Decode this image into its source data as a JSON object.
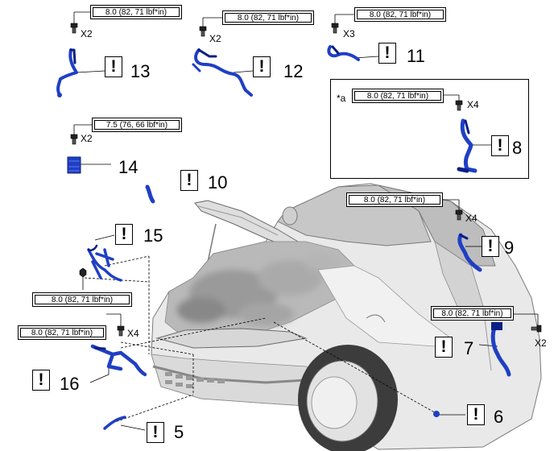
{
  "callouts": [
    {
      "torque": "8.0 (82, 71 lbf*in)",
      "multiplier": "X2",
      "caution": "!",
      "part_number": "13"
    },
    {
      "torque": "8.0 (82, 71 lbf*in)",
      "multiplier": "X2",
      "caution": "!",
      "part_number": "12"
    },
    {
      "torque": "8.0 (82, 71 lbf*in)",
      "multiplier": "X3",
      "caution": "!",
      "part_number": "11"
    },
    {
      "torque": "8.0 (82, 71 lbf*in)",
      "multiplier": "X4",
      "caution": "!",
      "part_number": "8",
      "inset_label": "*a"
    },
    {
      "torque": "7.5 (76, 66 lbf*in)",
      "multiplier": "X2",
      "part_number": "14"
    },
    {
      "caution": "!",
      "part_number": "10"
    },
    {
      "torque": "8.0 (82, 71 lbf*in)",
      "multiplier": "X4",
      "caution": "!",
      "part_number": "9"
    },
    {
      "torque": "8.0 (82, 71 lbf*in)",
      "caution": "!",
      "part_number": "15"
    },
    {
      "torque": "8.0 (82, 71 lbf*in)",
      "multiplier": "X2",
      "caution": "!",
      "part_number": "7"
    },
    {
      "torque": "8.0 (82, 71 lbf*in)",
      "multiplier": "X4",
      "caution": "!",
      "part_number": "16"
    },
    {
      "caution": "!",
      "part_number": "6"
    },
    {
      "caution": "!",
      "part_number": "5"
    }
  ],
  "colors": {
    "harness": "#1f3fc4",
    "harness_dark": "#0c1f86",
    "car_body": "#e4e4e4",
    "car_dark": "#8a8a8a",
    "line": "#000000"
  }
}
